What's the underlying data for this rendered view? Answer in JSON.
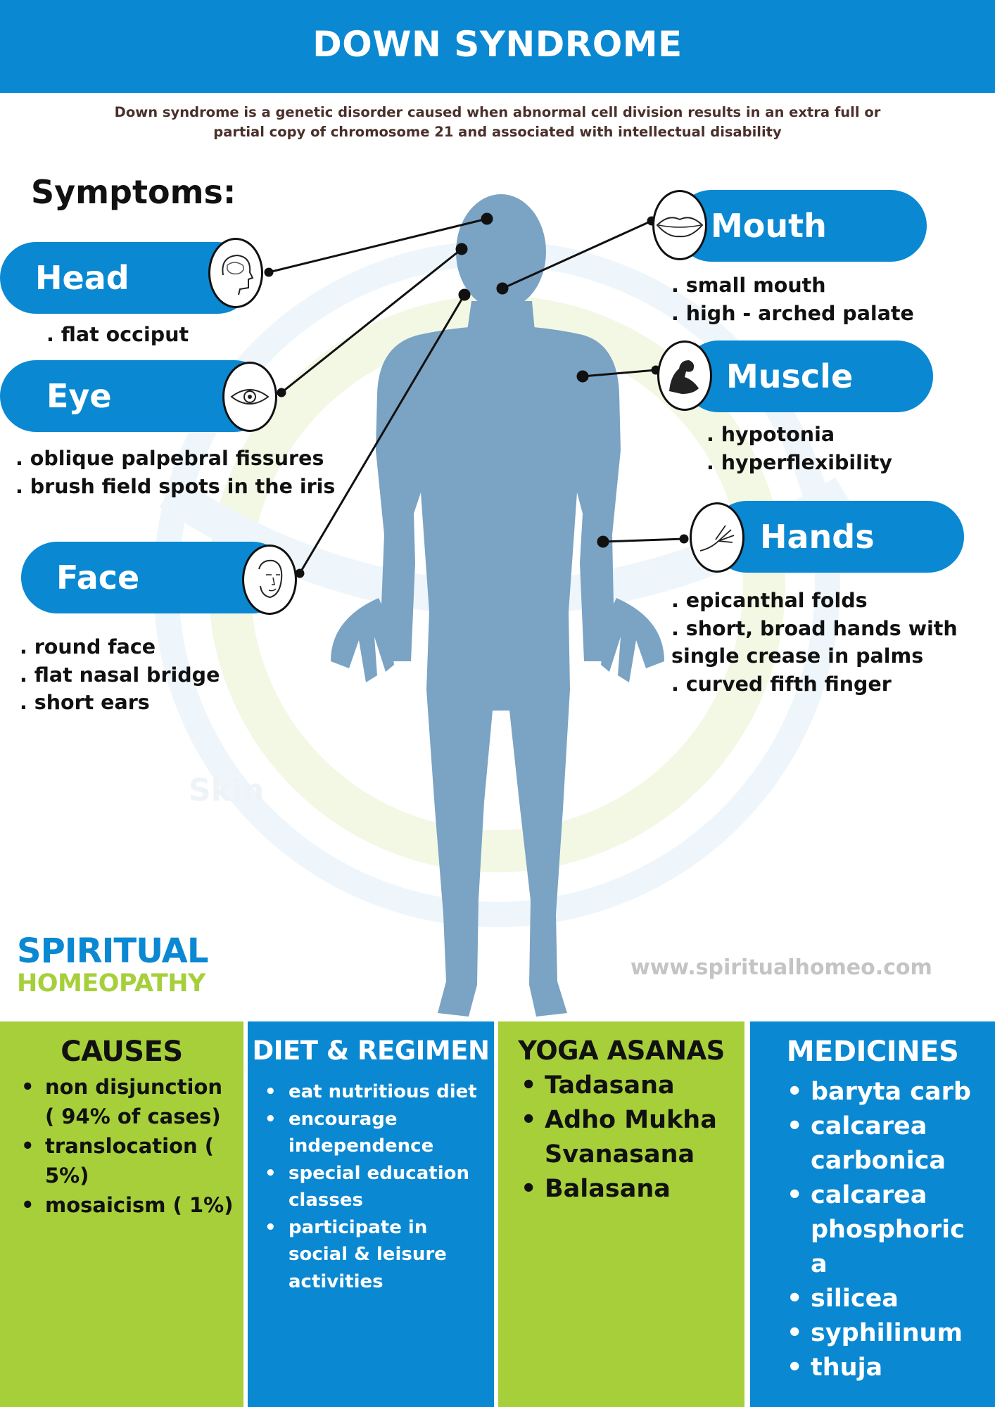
{
  "header": {
    "title": "DOWN SYNDROME"
  },
  "intro": "Down syndrome is a genetic disorder caused when abnormal cell division results in an extra full or partial copy of chromosome 21 and associated with intellectual disability",
  "symptoms_title": "Symptoms:",
  "watermark_label": "Skin",
  "symptoms": {
    "head": {
      "label": "Head",
      "icon": "brain-head-icon",
      "items": [
        ". flat occiput"
      ]
    },
    "eye": {
      "label": "Eye",
      "icon": "eye-icon",
      "items": [
        ". oblique palpebral fissures",
        ". brush field spots in the iris"
      ]
    },
    "face": {
      "label": "Face",
      "icon": "face-icon",
      "items": [
        ". round face",
        ". flat nasal bridge",
        ". short ears"
      ]
    },
    "mouth": {
      "label": "Mouth",
      "icon": "lips-icon",
      "items": [
        ". small mouth",
        ". high - arched palate"
      ]
    },
    "muscle": {
      "label": "Muscle",
      "icon": "flexed-arm-icon",
      "items": [
        ". hypotonia",
        ". hyperflexibility"
      ]
    },
    "hands": {
      "label": "Hands",
      "icon": "hand-icon",
      "items": [
        ". epicanthal folds",
        ". short, broad hands with",
        "single crease in palms",
        ". curved fifth finger"
      ]
    }
  },
  "brand": {
    "line1": "SPIRITUAL",
    "line2": "HOMEOPATHY",
    "url": "www.spiritualhomeo.com"
  },
  "panels": {
    "causes": {
      "title": "CAUSES",
      "items": [
        "non disjunction ( 94% of cases)",
        "translocation ( 5%)",
        "mosaicism ( 1%)"
      ]
    },
    "diet": {
      "title": "DIET & REGIMEN",
      "items": [
        "eat nutritious diet",
        "encourage independence",
        "special education classes",
        "participate in social & leisure activities"
      ]
    },
    "yoga": {
      "title": "YOGA ASANAS",
      "items": [
        "Tadasana",
        "Adho Mukha Svanasana",
        "Balasana"
      ]
    },
    "medicines": {
      "title": "MEDICINES",
      "items": [
        "baryta carb",
        "calcarea carbonica",
        "calcarea phosphoric a",
        "silicea",
        "syphilinum",
        "thuja"
      ]
    }
  },
  "colors": {
    "blue": "#0a88d2",
    "green": "#a6cf3a",
    "body": "#7aa3c4",
    "heading_text": "#4a2f2a"
  }
}
